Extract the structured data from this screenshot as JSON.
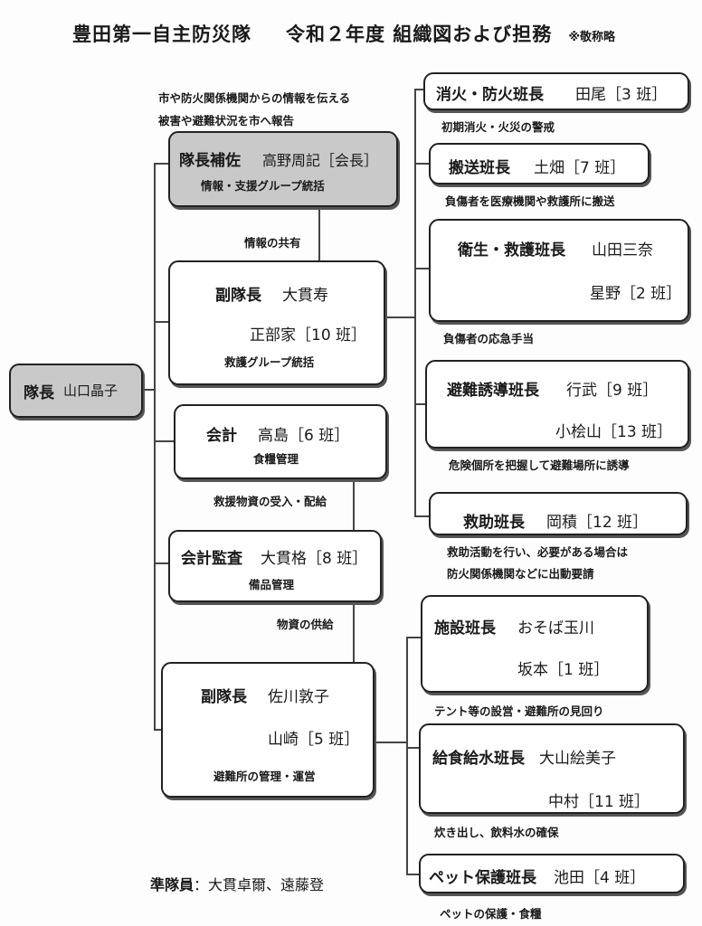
{
  "title": {
    "main": "豊田第一自主防災隊",
    "sub": "令和２年度 組織図および担務",
    "note": "※敬称略"
  },
  "leader": {
    "role": "隊長",
    "name": "山口晶子"
  },
  "assistant": {
    "role": "隊長補佐",
    "name": "高野周記［会長］",
    "duty": "情報・支援グループ統括",
    "above1": "市や防火関係機関からの情報を伝える",
    "above2": "被害や避難状況を市へ報告"
  },
  "link_info": "情報の共有",
  "vice1": {
    "role": "副隊長",
    "name1": "大貫寿",
    "name2": "正部家［10 班］",
    "duty": "救護グループ統括"
  },
  "accounting": {
    "role": "会計",
    "name": "高島［6 班］",
    "duty": "食糧管理"
  },
  "link_relief": "救援物資の受入・配給",
  "auditor": {
    "role": "会計監査",
    "name": "大貫格［8 班］",
    "duty": "備品管理"
  },
  "link_supply": "物資の供給",
  "vice2": {
    "role": "副隊長",
    "name1": "佐川敦子",
    "name2": "山崎［5 班］",
    "duty": "避難所の管理・運営"
  },
  "reserve": {
    "label": "準隊員",
    "names": "：大貫卓爾、遠藤登"
  },
  "right": {
    "fire": {
      "role": "消火・防火班長",
      "name": "田尾［3 班］",
      "duty": "初期消火・火災の警戒"
    },
    "transport": {
      "role": "搬送班長",
      "name": "土畑［7 班］",
      "duty": "負傷者を医療機関や救護所に搬送"
    },
    "medical": {
      "role": "衛生・救護班長",
      "name1": "山田三奈",
      "name2": "星野［2 班］",
      "duty": "負傷者の応急手当"
    },
    "evac": {
      "role": "避難誘導班長",
      "name1": "行武［9 班］",
      "name2": "小桧山［13 班］",
      "duty": "危険個所を把握して避難場所に誘導"
    },
    "rescue": {
      "role": "救助班長",
      "name": "岡積［12 班］",
      "duty1": "救助活動を行い、必要がある場合は",
      "duty2": "防火関係機関などに出動要請"
    },
    "facility": {
      "role": "施設班長",
      "name1": "おそば玉川",
      "name2": "坂本［1 班］",
      "duty": "テント等の設営・避難所の見回り"
    },
    "food": {
      "role": "給食給水班長",
      "name1": "大山絵美子",
      "name2": "中村［11 班］",
      "duty": "炊き出し、飲料水の確保"
    },
    "pet": {
      "role": "ペット保護班長",
      "name": "池田［4 班］",
      "duty": "ペットの保護・食糧"
    }
  }
}
